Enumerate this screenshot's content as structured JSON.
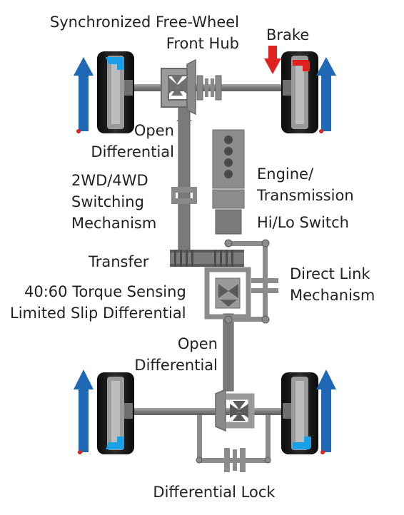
{
  "labels": {
    "front_hub_line1": "Synchronized Free-Wheel",
    "front_hub_line2": "Front Hub",
    "brake": "Brake",
    "open_diff_front_line1": "Open",
    "open_diff_front_line2": "Differential",
    "switch_line1": "2WD/4WD",
    "switch_line2": "Switching",
    "switch_line3": "Mechanism",
    "engine_line1": "Engine/",
    "engine_line2": "Transmission",
    "hilo": "Hi/Lo Switch",
    "transfer": "Transfer",
    "lsd_line1": "40:60 Torque Sensing",
    "lsd_line2": "Limited Slip Differential",
    "direct_link_line1": "Direct Link",
    "direct_link_line2": "Mechanism",
    "open_diff_rear_line1": "Open",
    "open_diff_rear_line2": "Differential",
    "diff_lock": "Differential Lock"
  },
  "colors": {
    "arrow_blue": "#1f68b6",
    "brake_red": "#e0221f",
    "hub_blue": "#1aa0e6",
    "shaft_gray": "#7f7f7f",
    "part_gray": "#8c8c8c",
    "tire_dark": "#111111",
    "text": "#222222"
  }
}
